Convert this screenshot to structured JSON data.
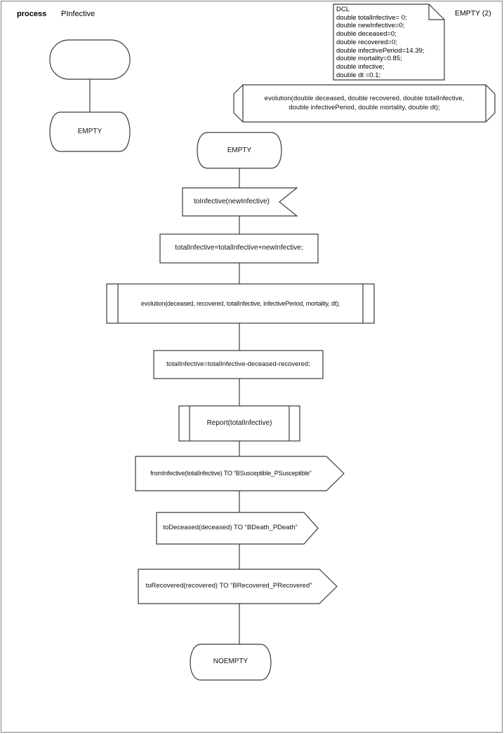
{
  "header": {
    "kind_label": "process",
    "process_name": "PInfective",
    "instance_label": "EMPTY (2)"
  },
  "declarations": {
    "lines": [
      "DCL",
      "double totalInfective= 0;",
      "double newInfective=0;",
      "double deceased=0;",
      "double recovered=0;",
      "double infectivePeriod=14.39;",
      "double mortality=0.85;",
      "double infective;",
      "double dt =0.1;"
    ]
  },
  "procedure_declaration": {
    "lines": [
      "evolution(double deceased, double recovered, double totalInfective,",
      "double infectivePeriod, double mortality, double dt);"
    ]
  },
  "flow": {
    "left_state": "EMPTY",
    "main_state": "EMPTY",
    "input_signal": "toInfective(newInfective)",
    "task_add": "totalInfective=totalInfective+newInfective;",
    "call_evolution": "evolution(deceased, recovered, totalInfective, infectivePeriod, mortality, dt);",
    "task_subtract": "totalInfective=totalInfective-deceased-recovered;",
    "call_report": "Report(totalInfective)",
    "output_susceptible": "fromInfective(totalInfective) TO “BSusceptible_PSusceptible”",
    "output_death": "toDeceased(deceased) TO “BDeath_PDeath”",
    "output_recovered": "toRecovered(recovered) TO “BRecovered_PRecovered”",
    "end_state": "NOEMPTY"
  },
  "colors": {
    "shape_stroke": "#3a3a3a",
    "connector": "#595959",
    "page_border": "#7f7f7f",
    "background": "#ffffff"
  }
}
